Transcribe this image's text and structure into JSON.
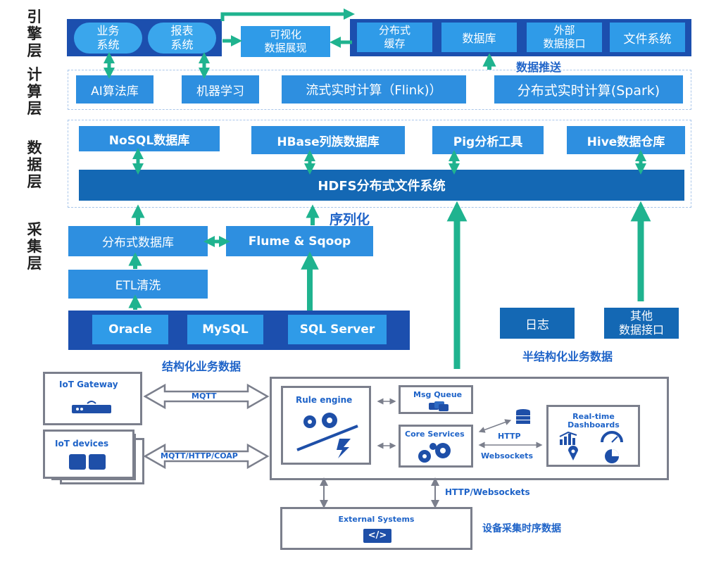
{
  "layers": {
    "engine": "引擎层",
    "compute": "计算层",
    "data": "数据层",
    "collect": "采集层"
  },
  "engine": {
    "business_system": "业务\n系统",
    "report_system": "报表\n系统",
    "visual_display": "可视化\n数据展现",
    "distributed_cache": "分布式\n缓存",
    "database": "数据库",
    "external_api": "外部\n数据接口",
    "file_system": "文件系统",
    "data_push": "数据推送"
  },
  "compute": {
    "ai_lib": "AI算法库",
    "ml": "机器学习",
    "flink": "流式实时计算（Flink)）",
    "spark": "分布式实时计算(Spark)"
  },
  "data": {
    "nosql": "NoSQL数据库",
    "hbase": "HBase列族数据库",
    "pig": "Pig分析工具",
    "hive": "Hive数据仓库",
    "hdfs": "HDFS分布式文件系统",
    "serialize": "序列化"
  },
  "collect": {
    "distributed_db": "分布式数据库",
    "flume": "Flume & Sqoop",
    "etl": "ETL清洗",
    "oracle": "Oracle",
    "mysql": "MySQL",
    "sqlserver": "SQL Server",
    "structured": "结构化业务数据",
    "log": "日志",
    "other_api": "其他\n数据接口",
    "semi_structured": "半结构化业务数据"
  },
  "iot": {
    "gateway": "IoT Gateway",
    "devices": "IoT devices",
    "mqtt": "MQTT",
    "mqtt_http_coap": "MQTT/HTTP/COAP",
    "rule_engine": "Rule engine",
    "msg_queue": "Msg Queue",
    "core_services": "Core Services",
    "http": "HTTP",
    "websockets": "Websockets",
    "dashboards": "Real-time\nDashboards",
    "http_websockets": "HTTP/Websockets",
    "external_systems": "External Systems",
    "code_glyph": "</>",
    "device_timeseries": "设备采集时序数据"
  },
  "colors": {
    "band": "#1c4fae",
    "dark_box": "#1e63c8",
    "light_box": "#2f9be8",
    "arrow": "#1fb38f",
    "grey": "#7b7f8c"
  }
}
